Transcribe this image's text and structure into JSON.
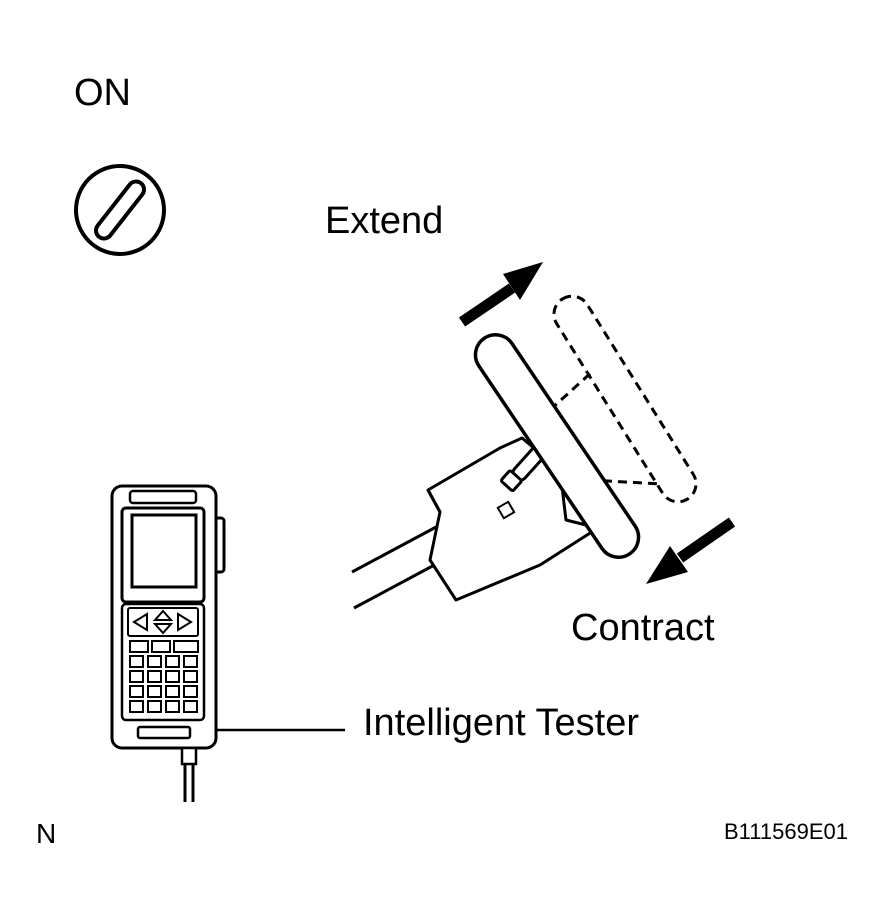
{
  "labels": {
    "ignition_state": "ON",
    "extend": "Extend",
    "contract": "Contract",
    "tester": "Intelligent Tester",
    "corner_mark": "N",
    "figure_code": "B111569E01"
  },
  "icons": {
    "ignition_switch": "ignition-switch-icon",
    "tester_device": "intelligent-tester-device",
    "steering_wheel": "steering-wheel-column"
  },
  "colors": {
    "ink": "#000000",
    "paper": "#ffffff"
  }
}
